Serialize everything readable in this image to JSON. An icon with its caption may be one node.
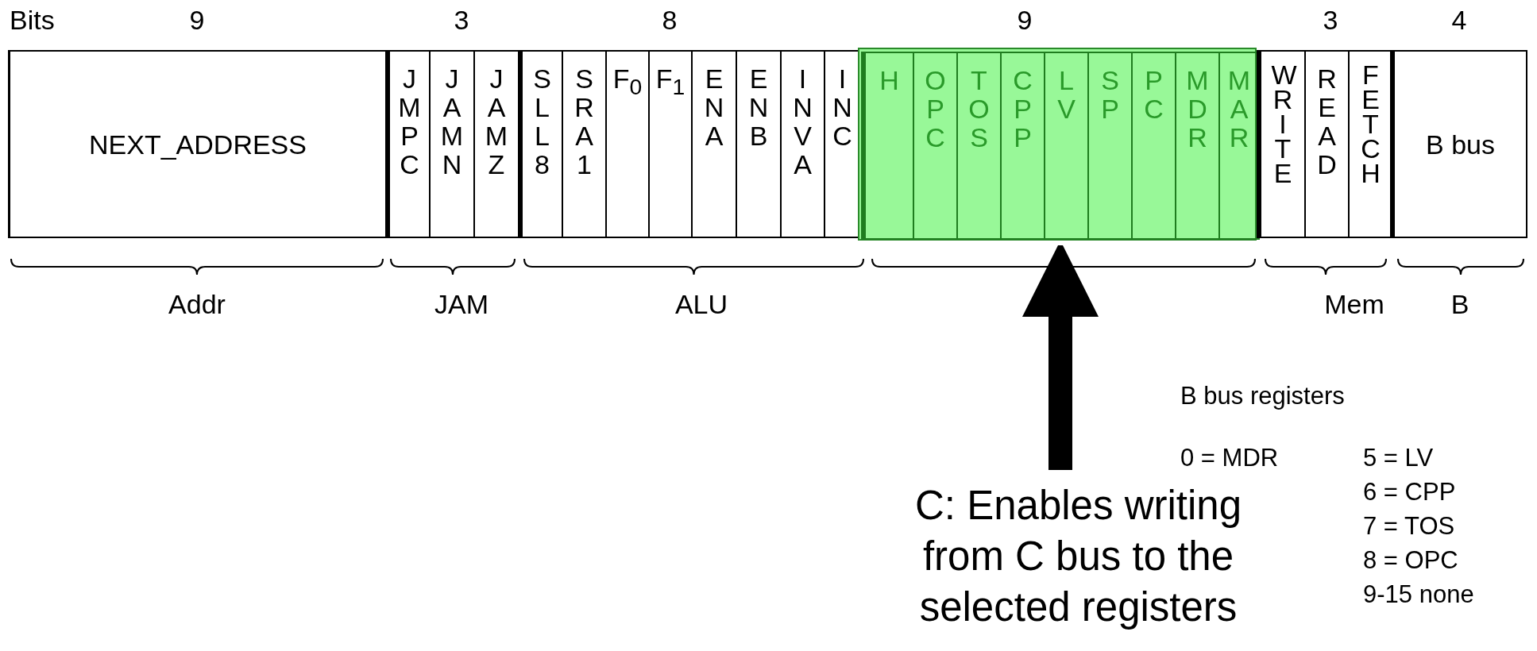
{
  "diagram": {
    "nodes": [
      {
        "text": [
          "NEXT_ADDRESS"
        ]
      },
      {
        "text": [
          "JMPC"
        ]
      },
      {
        "text": [
          "JAMN"
        ]
      },
      {
        "text": [
          "JAMZ"
        ]
      },
      {
        "text": [
          "SLL8"
        ]
      },
      {
        "text": [
          "SRA1"
        ]
      },
      {
        "text": [
          "F$_{0}$"
        ]
      },
      {
        "text": [
          "F$_{1}$"
        ]
      },
      {
        "text": [
          "ENA"
        ]
      },
      {
        "text": [
          "ENB"
        ]
      },
      {
        "text": [
          "INVA"
        ]
      },
      {
        "text": [
          "INC"
        ]
      },
      {
        "text": [],
        "shape": "box"
      },
      {
        "text": [
          "H"
        ],
        "in": 12
      },
      {
        "text": [
          "OPC"
        ],
        "in": 12
      },
      {
        "text": [
          "TOS"
        ],
        "in": 12
      },
      {
        "text": [
          "CPP"
        ],
        "in": 12
      },
      {
        "text": [
          "LV"
        ],
        "in": 12
      },
      {
        "text": [
          "SP"
        ],
        "in": 12
      },
      {
        "text": [
          "PC"
        ],
        "in": 12
      },
      {
        "text": [
          "MDR"
        ],
        "in": 12
      },
      {
        "text": [
          "MAR"
        ],
        "in": 12
      },
      {
        "text": [
          "WRITE"
        ]
      },
      {
        "text": [
          "READ"
        ]
      },
      {
        "text": [
          "FETCH"
        ]
      },
      {
        "text": [
          "B bus"
        ]
      },
      {
        "text": [
          "C: Enables writing from C bus to the selected registers"
        ]
      }
    ],
    "edges": [
      {
        "from": 26,
        "to": 12,
        "arrow": "to"
      }
    ],
    "labels": [
      "Bits",
      "9",
      "3",
      "8",
      "9",
      "3",
      "4",
      "Addr",
      "JAM",
      "ALU",
      "Mem",
      "B",
      "B bus registers",
      "0 = MDR",
      "5 = LV",
      "6 = CPP",
      "7 = TOS",
      "8 = OPC",
      "9-15 none"
    ]
  }
}
